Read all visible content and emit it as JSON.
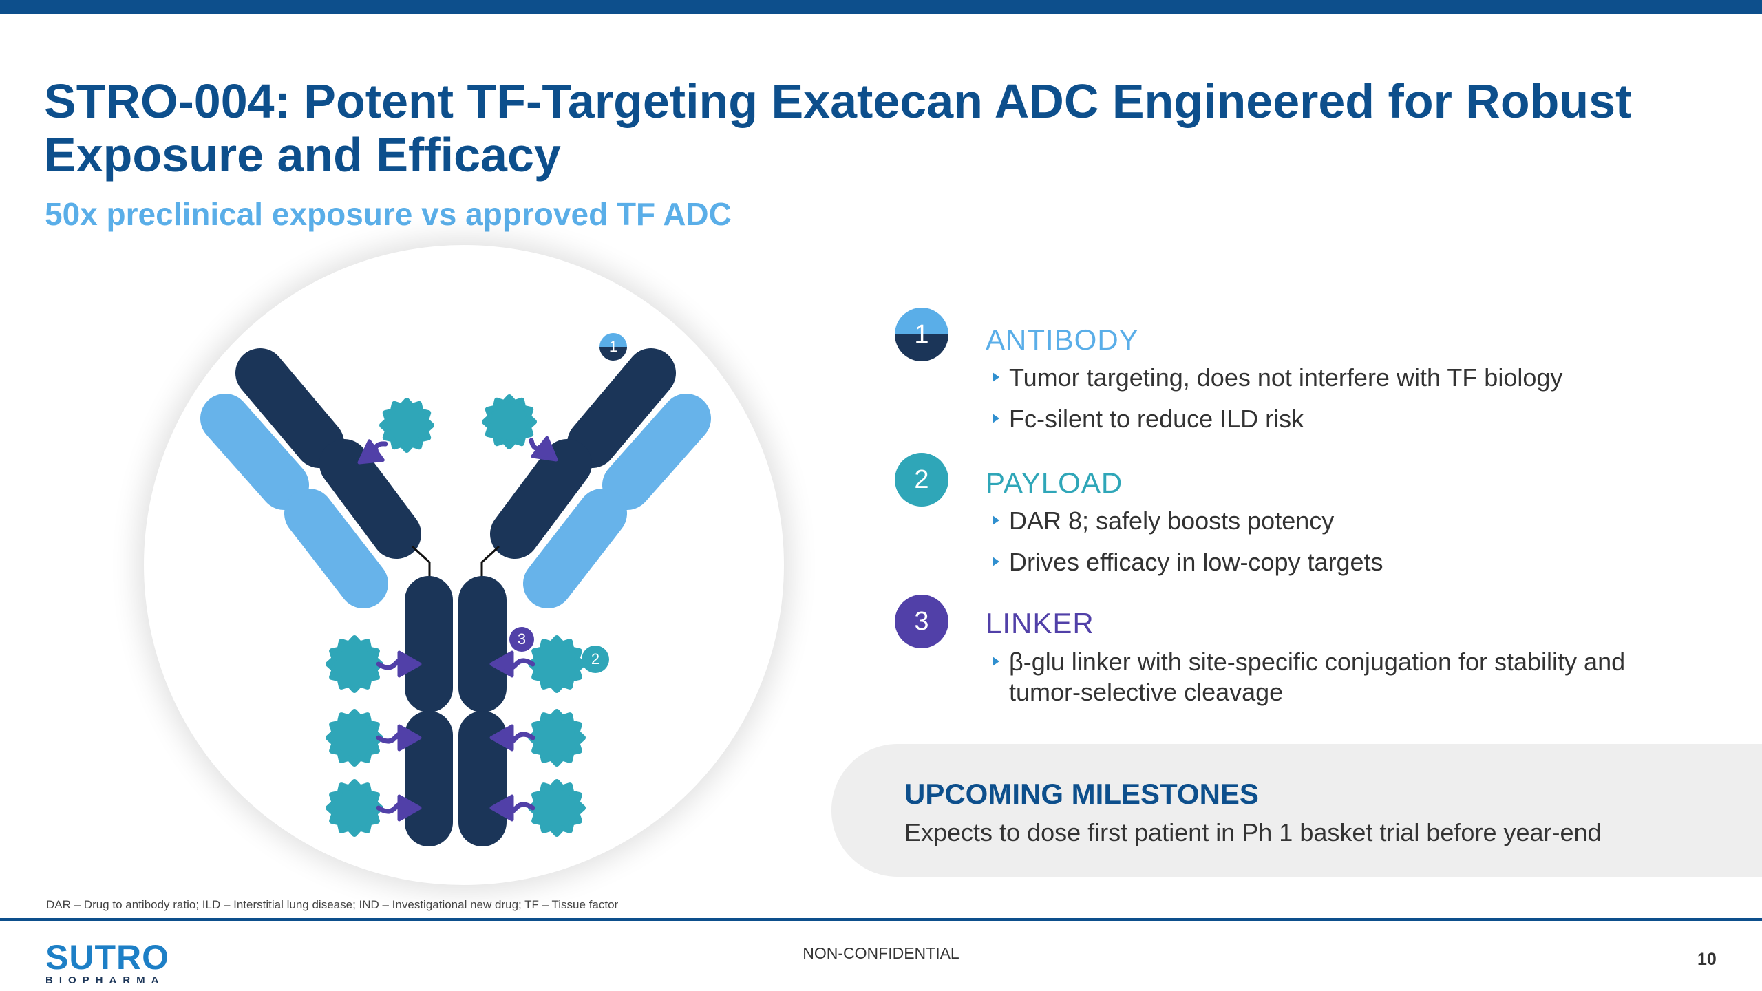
{
  "title": "STRO-004: Potent TF-Targeting Exatecan ADC Engineered for Robust Exposure and Efficacy",
  "subtitle": "50x preclinical exposure vs approved TF ADC",
  "diagram": {
    "badges": [
      "1",
      "2",
      "3"
    ]
  },
  "features": [
    {
      "number": "1",
      "heading": "ANTIBODY",
      "color": "#5aaee8",
      "bullets": [
        "Tumor targeting, does not interfere with TF biology",
        "Fc-silent to reduce ILD risk"
      ]
    },
    {
      "number": "2",
      "heading": "PAYLOAD",
      "color": "#2fa6b8",
      "bullets": [
        "DAR 8; safely boosts potency",
        "Drives efficacy in low-copy targets"
      ]
    },
    {
      "number": "3",
      "heading": "LINKER",
      "color": "#5140a8",
      "bullets": [
        "β-glu linker with site-specific conjugation for stability and tumor-selective cleavage"
      ]
    }
  ],
  "milestones": {
    "heading": "UPCOMING MILESTONES",
    "text": "Expects to dose first patient in Ph 1 basket trial before year-end"
  },
  "footnote": "DAR – Drug to antibody ratio; ILD – Interstitial lung disease; IND – Investigational new drug; TF – Tissue factor",
  "footer": {
    "logo_main": "SUTRO",
    "logo_sub": "BIOPHARMA",
    "classification": "NON-CONFIDENTIAL",
    "page": "10"
  },
  "colors": {
    "navy": "#1b3558",
    "light": "#67b3ea",
    "teal": "#2fa6b8",
    "purple": "#5140a8",
    "brand": "#0d4f8c"
  }
}
